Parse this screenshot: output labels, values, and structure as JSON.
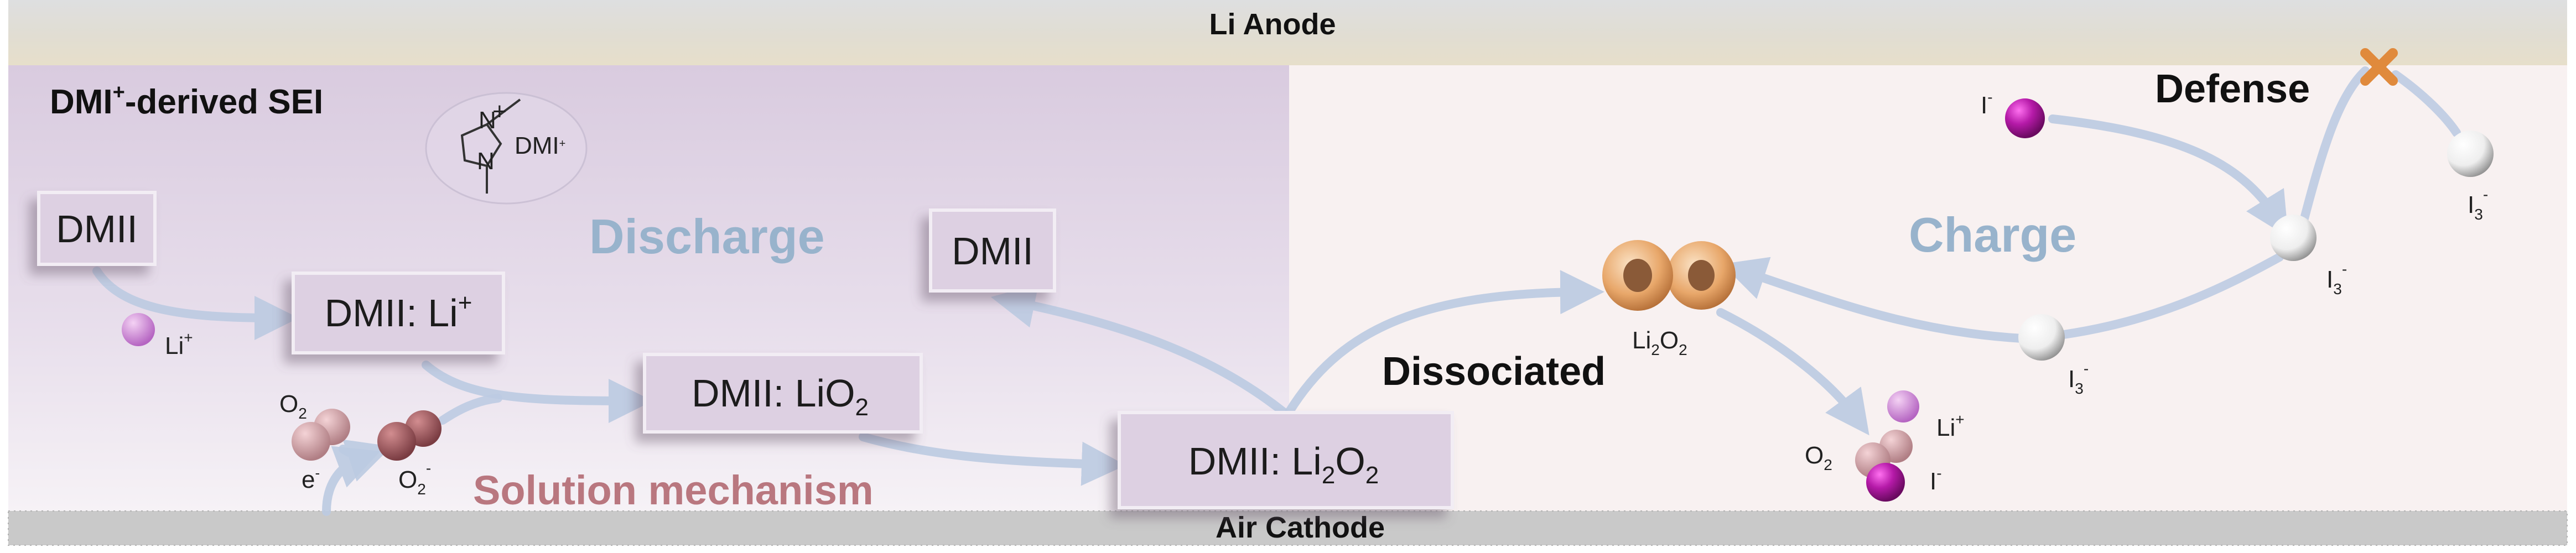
{
  "electrodes": {
    "anode": "Li  Anode",
    "cathode": "Air Cathode"
  },
  "sei_title": {
    "main": "DMI",
    "sup": "+",
    "rest": "-derived SEI"
  },
  "molecule": {
    "n_top": "N",
    "n_top_sup": "+",
    "n_bottom": "N",
    "name": "DMI",
    "name_sup": "+"
  },
  "phases": {
    "discharge": "Discharge",
    "charge": "Charge",
    "solution": "Solution mechanism",
    "dissociated": "Dissociated",
    "defense": "Defense"
  },
  "boxes": {
    "dmii_1": "DMII",
    "dmii_li": {
      "text": "DMII: Li",
      "sup": "+"
    },
    "dmii_lio2": {
      "text": "DMII: LiO",
      "sub": "2"
    },
    "dmii_2": "DMII",
    "dmii_li2o2": {
      "text": "DMII: Li",
      "sub": "2",
      "text2": "O",
      "sub2": "2"
    }
  },
  "species": {
    "li_plus": {
      "text": "Li",
      "sup": "+"
    },
    "o2": {
      "text": "O",
      "sub": "2"
    },
    "o2_minus": {
      "text": "O",
      "sub": "2",
      "sup": "-"
    },
    "electron": {
      "text": "e",
      "sup": "-"
    },
    "li2o2": {
      "text": "Li",
      "sub": "2",
      "text2": "O",
      "sub2": "2"
    },
    "iodide": {
      "text": "I",
      "sup": "-"
    },
    "triiodide": {
      "text": "I",
      "sub": "3",
      "sup": "-"
    }
  },
  "colors": {
    "purple_region": "#ddd0e2",
    "charge_region": "#f8f1f1",
    "arrow": "#bccbe2",
    "phase_blue": "#98b3cc",
    "solution_red": "#b9777f",
    "iodide": "#a4129e",
    "defense_x": "#e08a3c"
  }
}
